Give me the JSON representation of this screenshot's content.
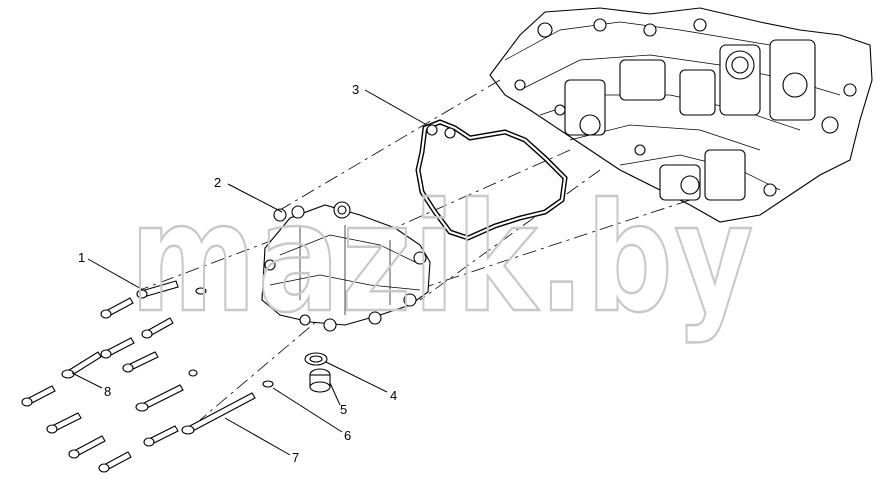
{
  "watermark": {
    "text": "mazik.by"
  },
  "callouts": [
    {
      "id": "1",
      "label": "1"
    },
    {
      "id": "2",
      "label": "2"
    },
    {
      "id": "3",
      "label": "3"
    },
    {
      "id": "4",
      "label": "4"
    },
    {
      "id": "5",
      "label": "5"
    },
    {
      "id": "6",
      "label": "6"
    },
    {
      "id": "7",
      "label": "7"
    },
    {
      "id": "8",
      "label": "8"
    }
  ]
}
